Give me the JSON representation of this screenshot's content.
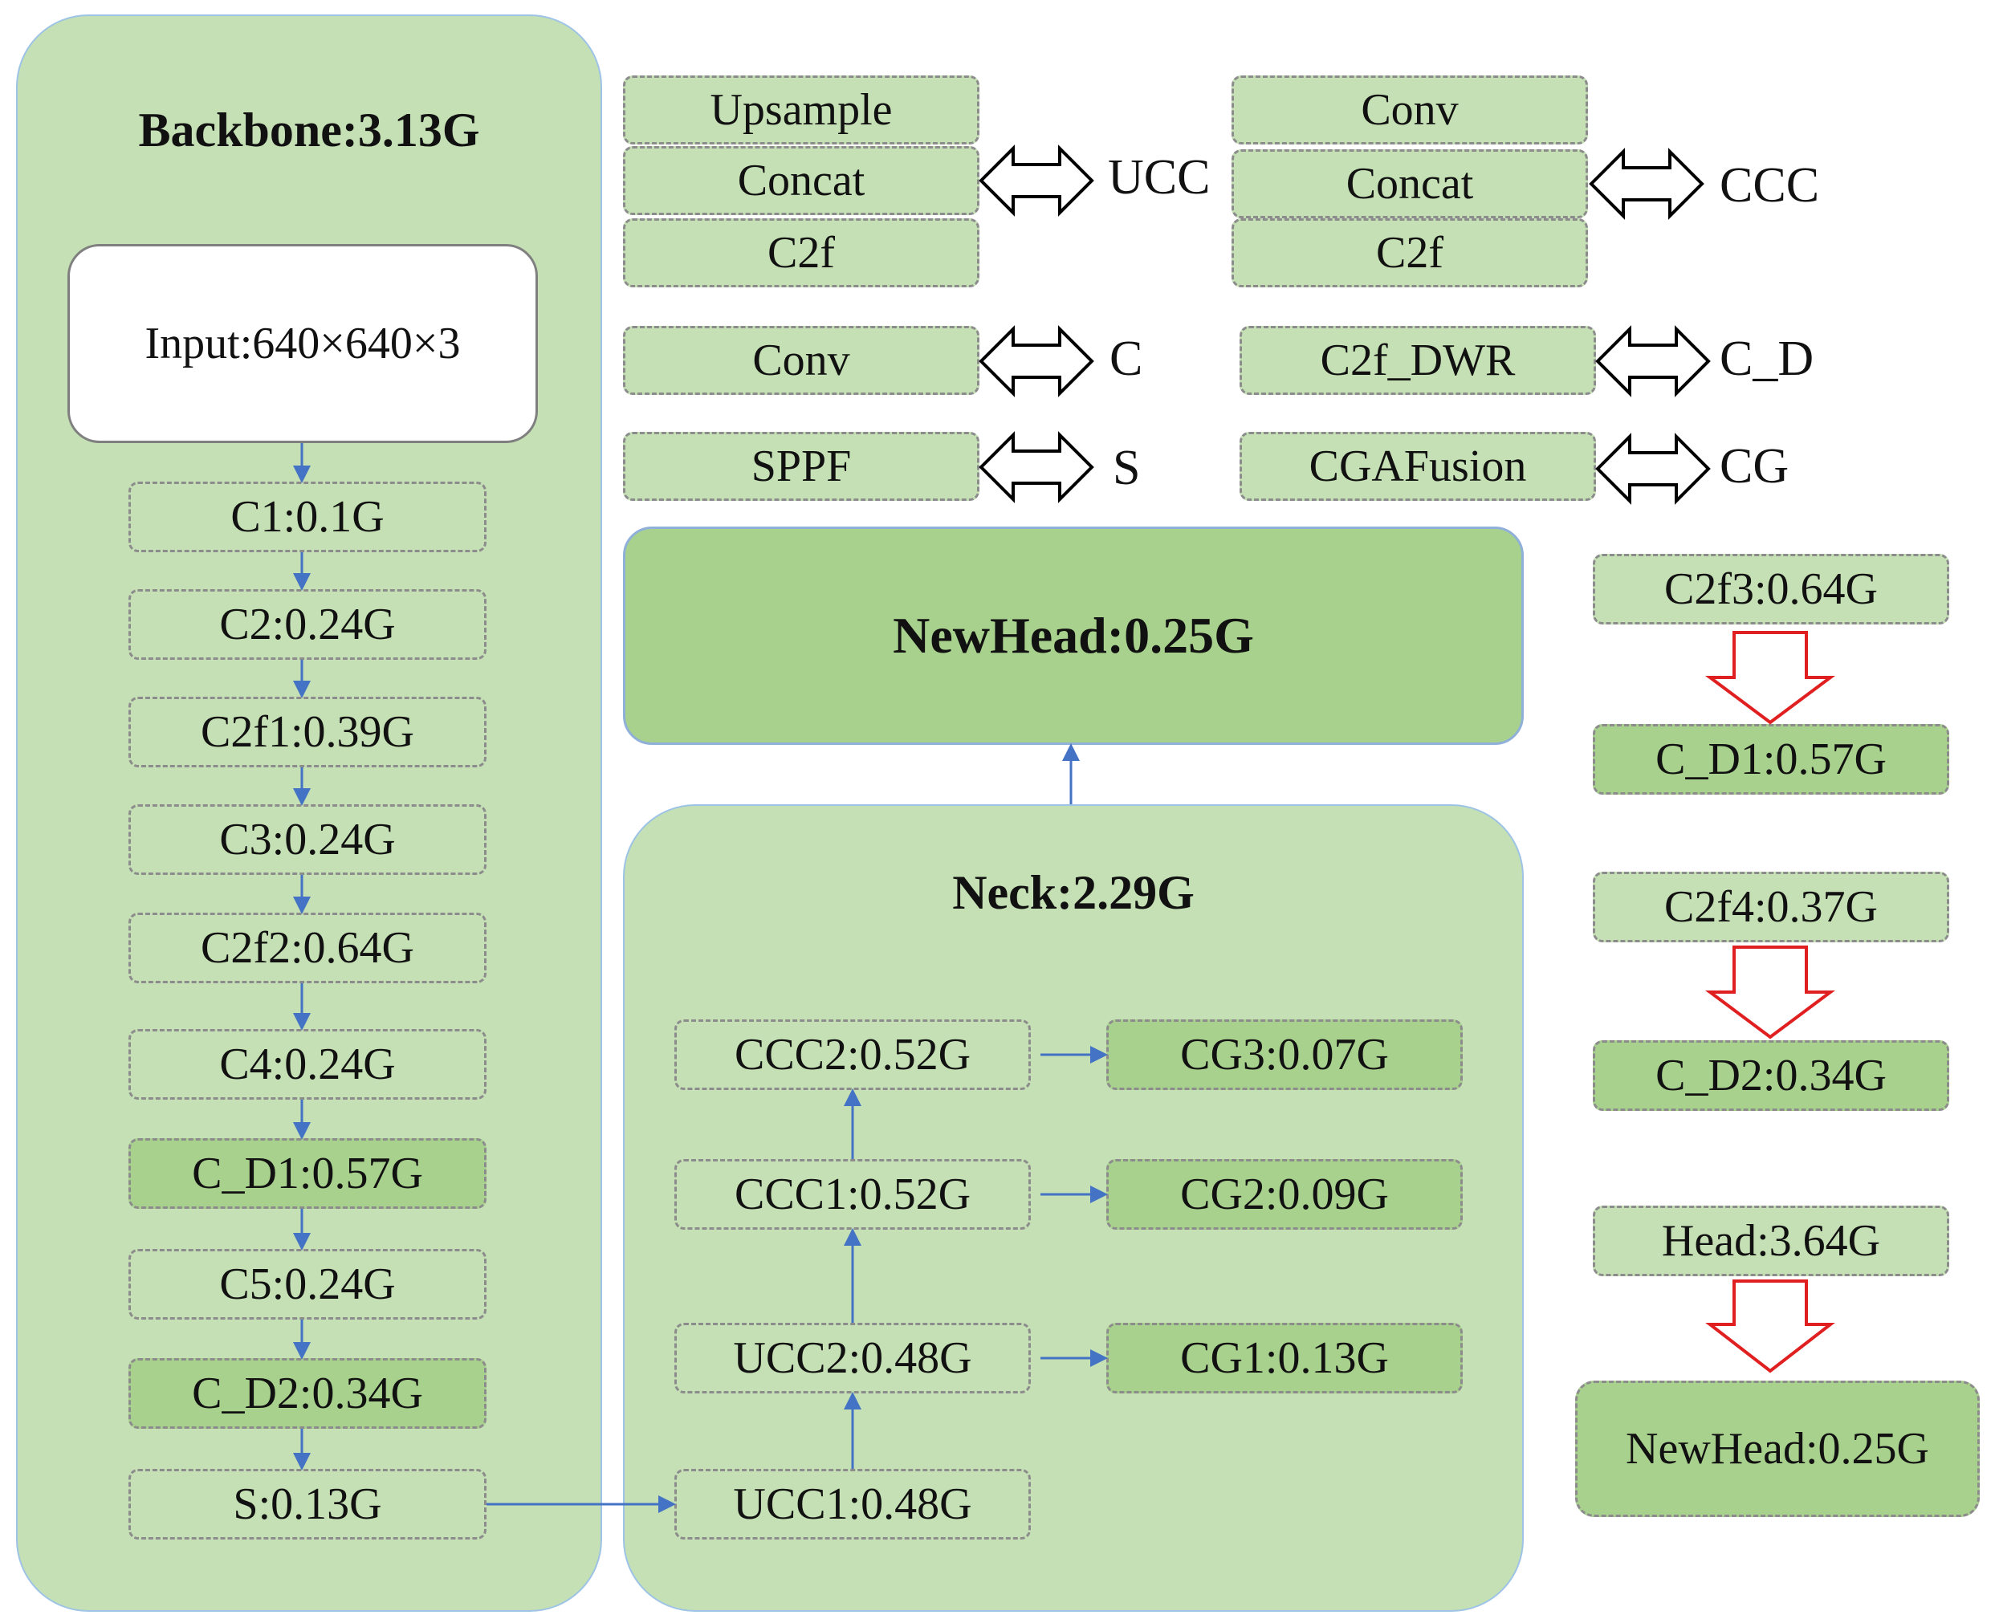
{
  "backbone": {
    "title": "Backbone:3.13G",
    "input": "Input:640×640×3",
    "nodes": [
      "C1:0.1G",
      "C2:0.24G",
      "C2f1:0.39G",
      "C3:0.24G",
      "C2f2:0.64G",
      "C4:0.24G",
      "C_D1:0.57G",
      "C5:0.24G",
      "C_D2:0.34G",
      "S:0.13G"
    ]
  },
  "legend": {
    "ucc": {
      "items": [
        "Upsample",
        "Concat",
        "C2f"
      ],
      "label": "UCC"
    },
    "ccc": {
      "items": [
        "Conv",
        "Concat",
        "C2f"
      ],
      "label": "CCC"
    },
    "conv": {
      "item": "Conv",
      "label": "C"
    },
    "sppf": {
      "item": "SPPF",
      "label": "S"
    },
    "c2fdwr": {
      "item": "C2f_DWR",
      "label": "C_D"
    },
    "cgafusion": {
      "item": "CGAFusion",
      "label": "CG"
    }
  },
  "head": {
    "title": "NewHead:0.25G"
  },
  "neck": {
    "title": "Neck:2.29G",
    "left": [
      "CCC2:0.52G",
      "CCC1:0.52G",
      "UCC2:0.48G",
      "UCC1:0.48G"
    ],
    "right": [
      "CG3:0.07G",
      "CG2:0.09G",
      "CG1:0.13G"
    ]
  },
  "replacements": [
    {
      "from": "C2f3:0.64G",
      "to": "C_D1:0.57G"
    },
    {
      "from": "C2f4:0.37G",
      "to": "C_D2:0.34G"
    },
    {
      "from": "Head:3.64G",
      "to": "NewHead:0.25G"
    }
  ],
  "colors": {
    "panel": "#c5e0b4",
    "dark_node": "#a9d18e",
    "arrow_blue": "#4472c4",
    "arrow_red": "#e02020",
    "panel_border": "#9dc3e6"
  }
}
